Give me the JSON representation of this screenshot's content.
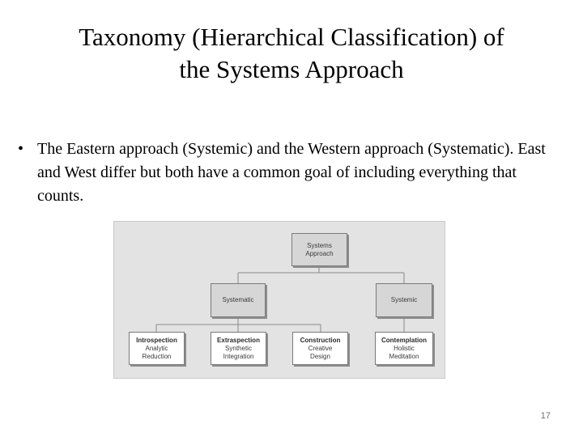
{
  "slide": {
    "title_line1": "Taxonomy (Hierarchical Classification) of",
    "title_line2": "the Systems Approach",
    "bullet": "The Eastern approach (Systemic) and the Western approach (Systematic). East and West differ but both have a common goal of including everything that counts.",
    "page_number": "17"
  },
  "diagram": {
    "root": {
      "line1": "Systems",
      "line2": "Approach"
    },
    "systematic": "Systematic",
    "systemic": "Systemic",
    "leaves": [
      {
        "title": "Introspection",
        "line1": "Analytic",
        "line2": "Reduction"
      },
      {
        "title": "Extraspection",
        "line1": "Synthetic",
        "line2": "Integration"
      },
      {
        "title": "Construction",
        "line1": "Creative",
        "line2": "Design"
      },
      {
        "title": "Contemplation",
        "line1": "Holistic",
        "line2": "Meditation"
      }
    ]
  }
}
